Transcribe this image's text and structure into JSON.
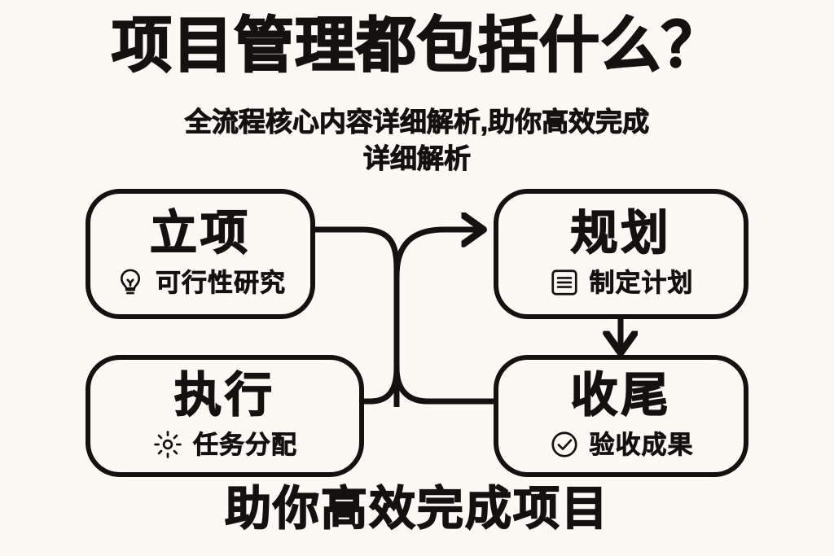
{
  "header": {
    "title": "项目管理都包括什么？",
    "subtitle_line1": "全流程核心内容详细解析,助你高效完成",
    "subtitle_line2": "详细解析"
  },
  "diagram": {
    "type": "flowchart",
    "nodes": [
      {
        "id": "node-1",
        "title": "立项",
        "icon": "lightbulb-icon",
        "sub": "可行性研究"
      },
      {
        "id": "node-2",
        "title": "规划",
        "icon": "document-list-icon",
        "sub": "制定计划"
      },
      {
        "id": "node-3",
        "title": "执行",
        "icon": "gear-icon",
        "sub": "任务分配"
      },
      {
        "id": "node-4",
        "title": "收尾",
        "icon": "check-circle-icon",
        "sub": "验收成果"
      }
    ],
    "connectors": [
      {
        "from": "node-1",
        "to": "node-2",
        "style": "s-curve-right",
        "arrow": true
      },
      {
        "from": "node-2",
        "to": "node-4",
        "style": "vertical-down",
        "arrow": true
      },
      {
        "from": "node-3",
        "to": "node-4",
        "style": "s-curve-right",
        "arrow": false
      }
    ]
  },
  "footer": {
    "text": "助你高效完成项目"
  },
  "colors": {
    "background": "#FBF9F4",
    "ink": "#14110F",
    "box_fill": "#FBF9F4"
  }
}
